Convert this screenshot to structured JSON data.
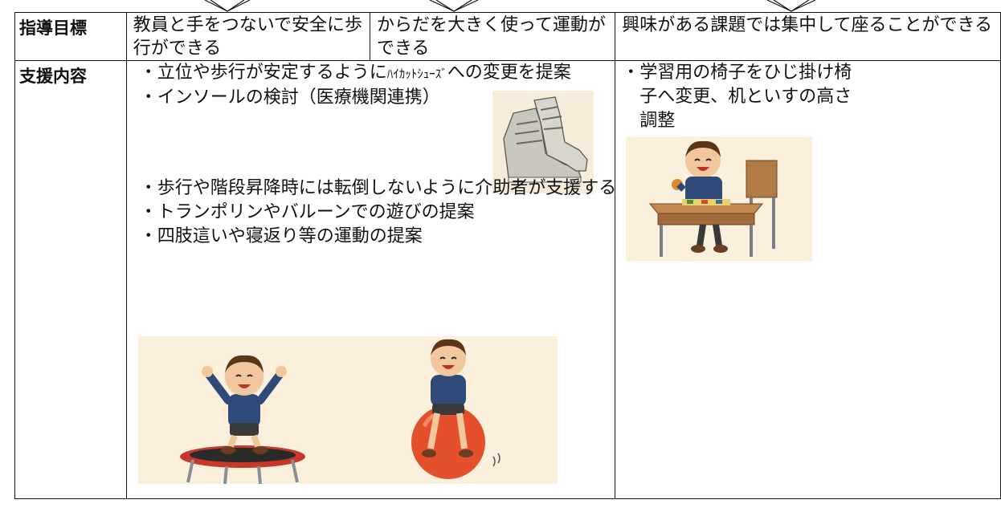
{
  "table": {
    "goal_header": "指導目標",
    "support_header": "支援内容",
    "goals": [
      "教員と手をつないで安全に歩行ができる",
      "からだを大きく使って運動ができる",
      "興味がある課題では集中して座ることができる"
    ]
  },
  "support_left": {
    "item1_pre": "立位や歩行が安定するように",
    "item1_small": "ﾊｲｶｯﾄｼｭｰｽﾞ",
    "item1_post": "への変更を提案",
    "items_a": [
      "インソールの検討（医療機関連携）"
    ],
    "items_b": [
      "歩行や階段昇降時には転倒しないように介助者が支援する",
      "トランポリンやバルーンでの遊びの提案",
      "四肢這いや寝返り等の運動の提案"
    ]
  },
  "support_right": {
    "items": [
      "学習用の椅子をひじ掛け椅子へ変更、机といすの高さ調整"
    ]
  },
  "colors": {
    "border": "#111111",
    "illustration_bg": "#fbf0dc",
    "shirt": "#2f4a78",
    "ball": "#e4502b",
    "trampoline": "#c8372a"
  }
}
